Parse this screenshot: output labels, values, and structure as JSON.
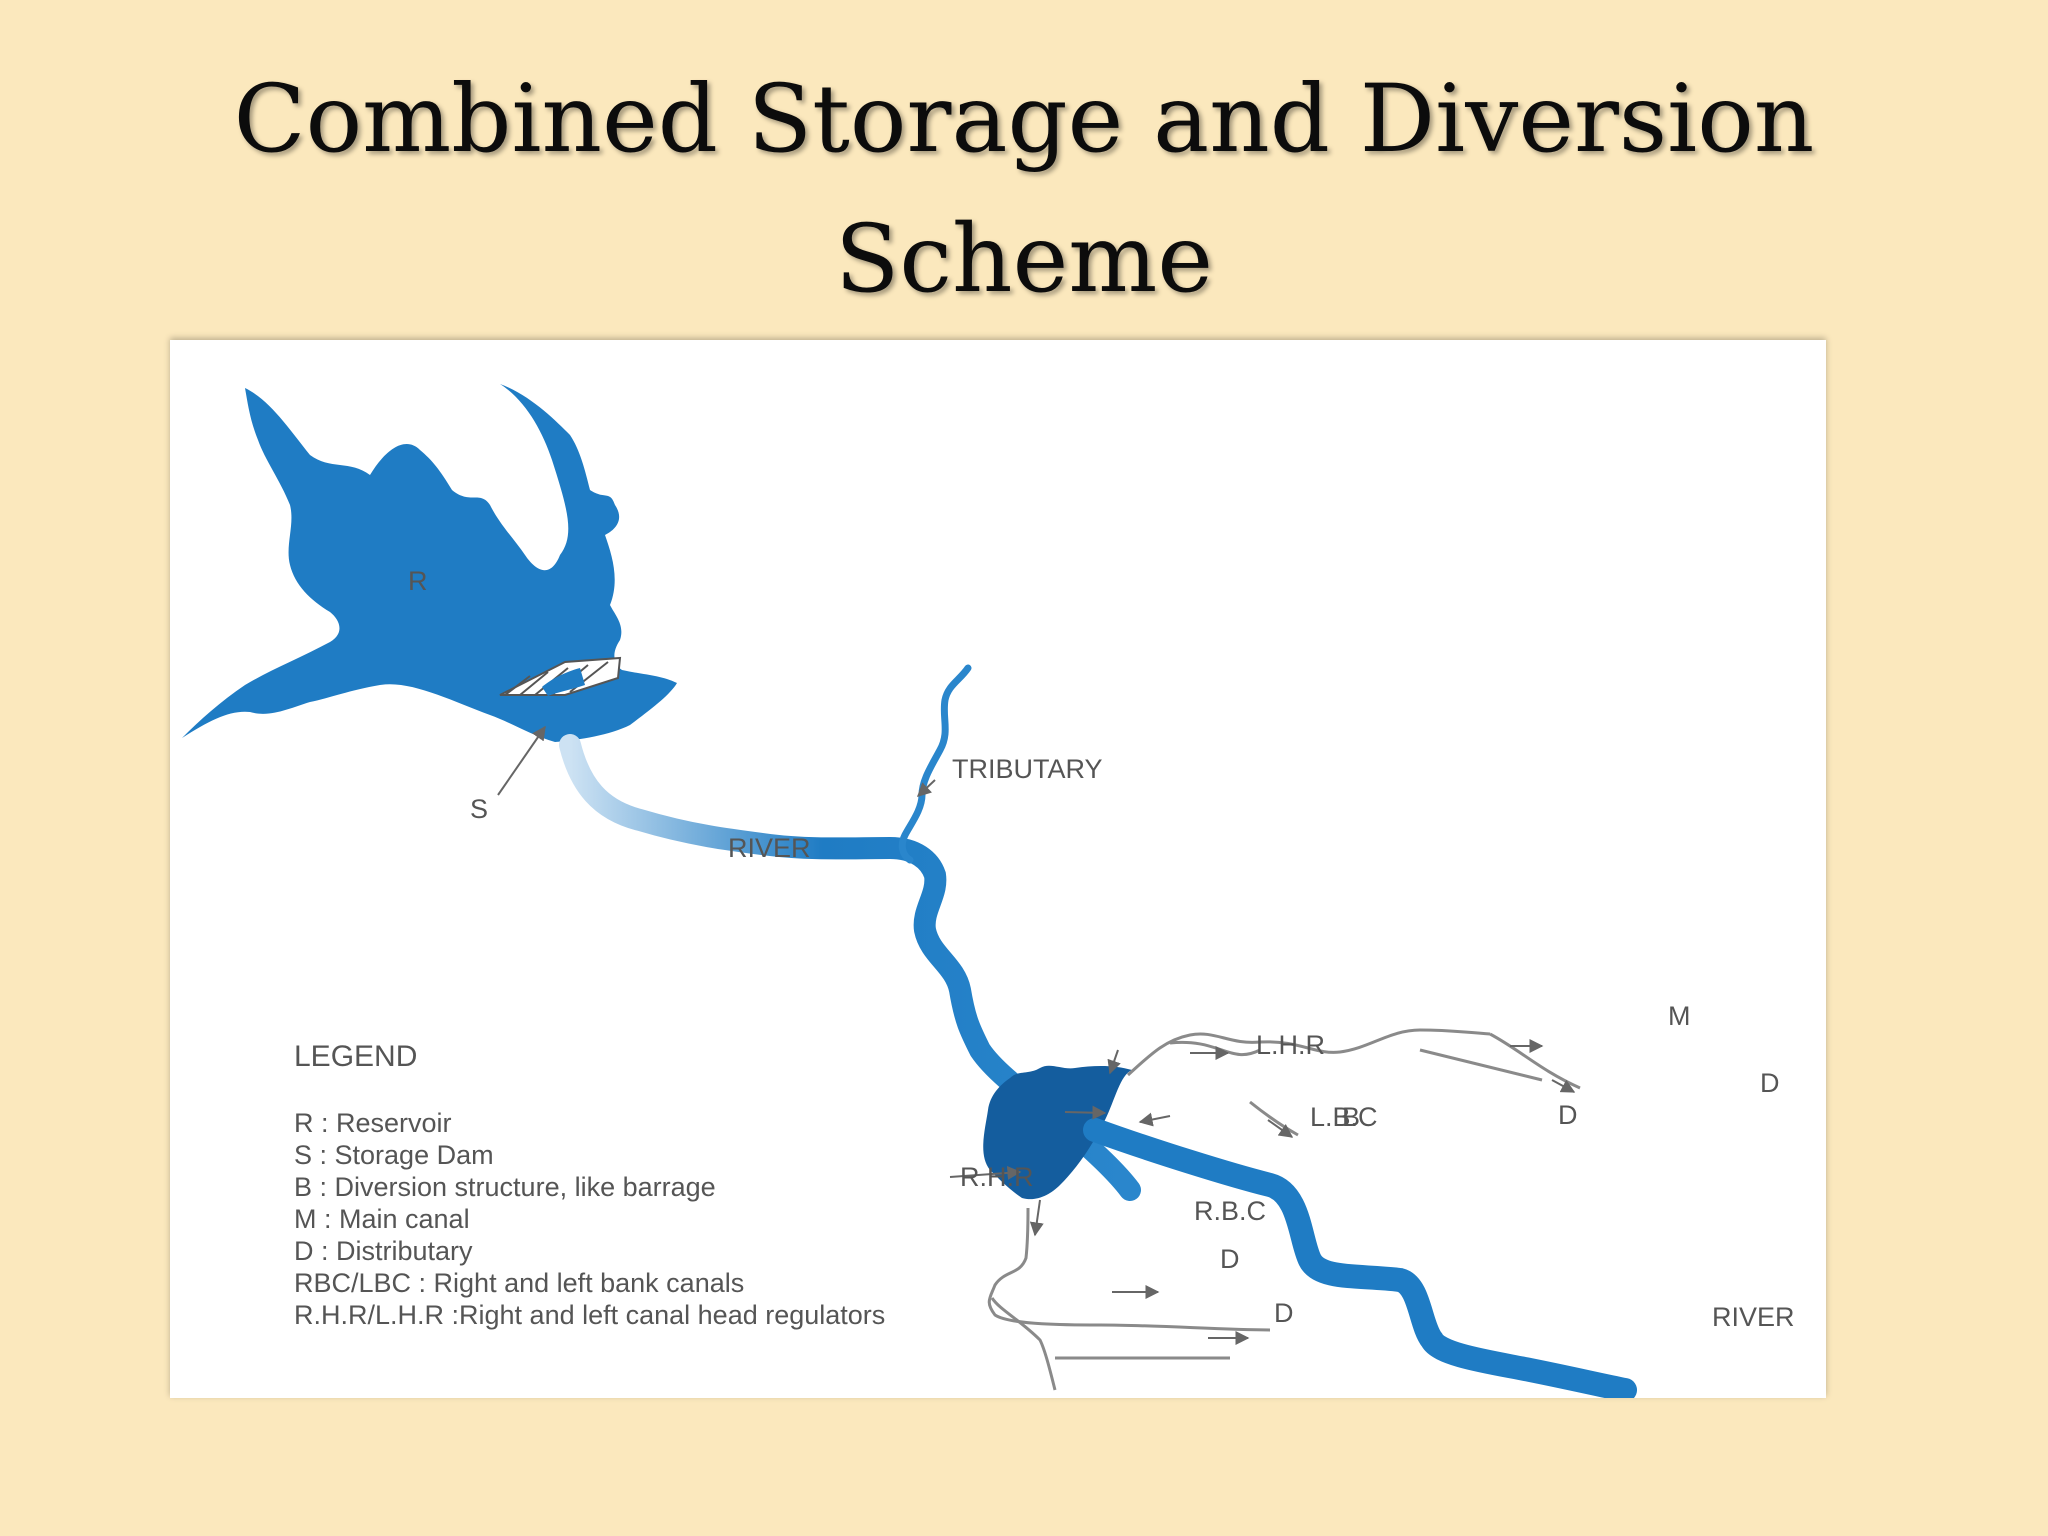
{
  "slide": {
    "title_line1": "Combined Storage and Diversion",
    "title_line2": "Scheme"
  },
  "diagram": {
    "labels": {
      "reservoir": "R",
      "storage_dam": "S",
      "river_upper": "RIVER",
      "tributary": "TRIBUTARY",
      "lhr": "L.H.R",
      "lbc": "L.B.C",
      "barrage": "B",
      "main_canal": "M",
      "distributary_1": "D",
      "distributary_2": "D",
      "distributary_3": "D",
      "distributary_4": "D",
      "rhr": "R.H.R",
      "rbc": "R.B.C",
      "river_lower": "RIVER"
    },
    "legend": {
      "title": "LEGEND",
      "items": [
        "R : Reservoir",
        "S : Storage Dam",
        "B : Diversion structure, like barrage",
        "M : Main canal",
        "D : Distributary",
        "RBC/LBC : Right and left bank canals",
        "R.H.R/L.H.R :Right and left canal head regulators"
      ]
    },
    "colors": {
      "water": "#1f7cc4",
      "water_dark": "#145d9e",
      "canal": "#8a8a8a",
      "text": "#555555"
    }
  }
}
